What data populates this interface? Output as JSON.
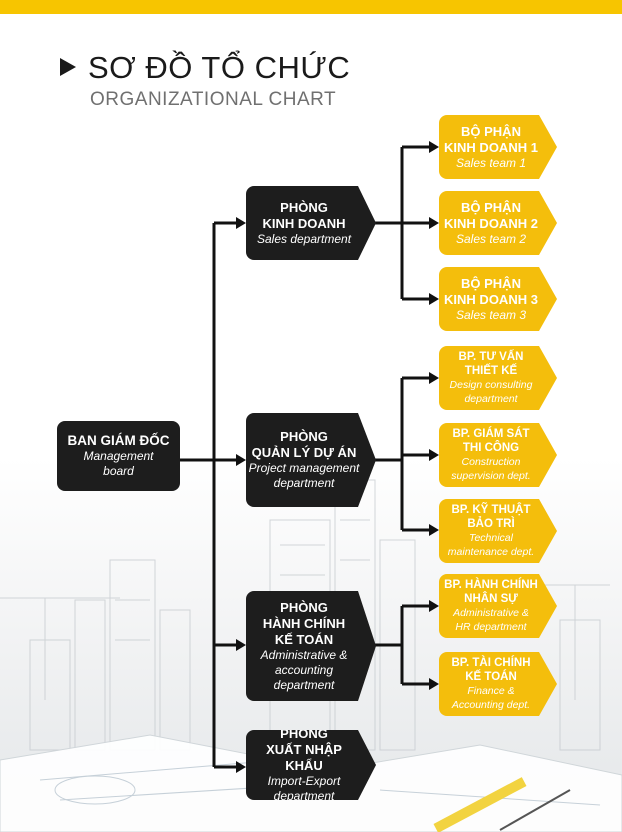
{
  "colors": {
    "accent": "#f7c500",
    "gold_box": "#f4be0c",
    "dark_box": "#1d1d1d",
    "line": "#111111"
  },
  "header": {
    "title_vn": "SƠ ĐỒ TỔ CHỨC",
    "title_en": "ORGANIZATIONAL CHART"
  },
  "root": {
    "title": "BAN GIÁM ĐỐC",
    "subtitle": [
      "Management",
      "board"
    ]
  },
  "departments": [
    {
      "title": [
        "PHÒNG",
        "KINH DOANH"
      ],
      "subtitle": [
        "Sales department"
      ],
      "units": [
        {
          "title": [
            "BỘ PHẬN",
            "KINH DOANH 1"
          ],
          "subtitle": [
            "Sales team 1"
          ]
        },
        {
          "title": [
            "BỘ PHẬN",
            "KINH DOANH 2"
          ],
          "subtitle": [
            "Sales team 2"
          ]
        },
        {
          "title": [
            "BỘ PHẬN",
            "KINH DOANH 3"
          ],
          "subtitle": [
            "Sales team 3"
          ]
        }
      ]
    },
    {
      "title": [
        "PHÒNG",
        "QUẢN LÝ DỰ ÁN"
      ],
      "subtitle": [
        "Project management",
        "department"
      ],
      "units": [
        {
          "title": [
            "BP. TƯ VẤN",
            "THIẾT KẾ"
          ],
          "subtitle": [
            "Design consulting",
            "department"
          ]
        },
        {
          "title": [
            "BP. GIÁM SÁT",
            "THI CÔNG"
          ],
          "subtitle": [
            "Construction",
            "supervision dept."
          ]
        },
        {
          "title": [
            "BP. KỸ THUẬT",
            "BẢO TRÌ"
          ],
          "subtitle": [
            "Technical",
            "maintenance dept."
          ]
        }
      ]
    },
    {
      "title": [
        "PHÒNG",
        "HÀNH CHÍNH",
        "KẾ TOÁN"
      ],
      "subtitle": [
        "Administrative &",
        "accounting",
        "department"
      ],
      "units": [
        {
          "title": [
            "BP. HÀNH CHÍNH",
            "NHÂN SỰ"
          ],
          "subtitle": [
            "Administrative &",
            "HR department"
          ]
        },
        {
          "title": [
            "BP. TÀI CHÍNH",
            "KẾ TOÁN"
          ],
          "subtitle": [
            "Finance &",
            "Accounting dept."
          ]
        }
      ]
    },
    {
      "title": [
        "PHÒNG",
        "XUẤT NHẬP KHẨU"
      ],
      "subtitle": [
        "Import-Export",
        "department"
      ],
      "units": []
    }
  ]
}
